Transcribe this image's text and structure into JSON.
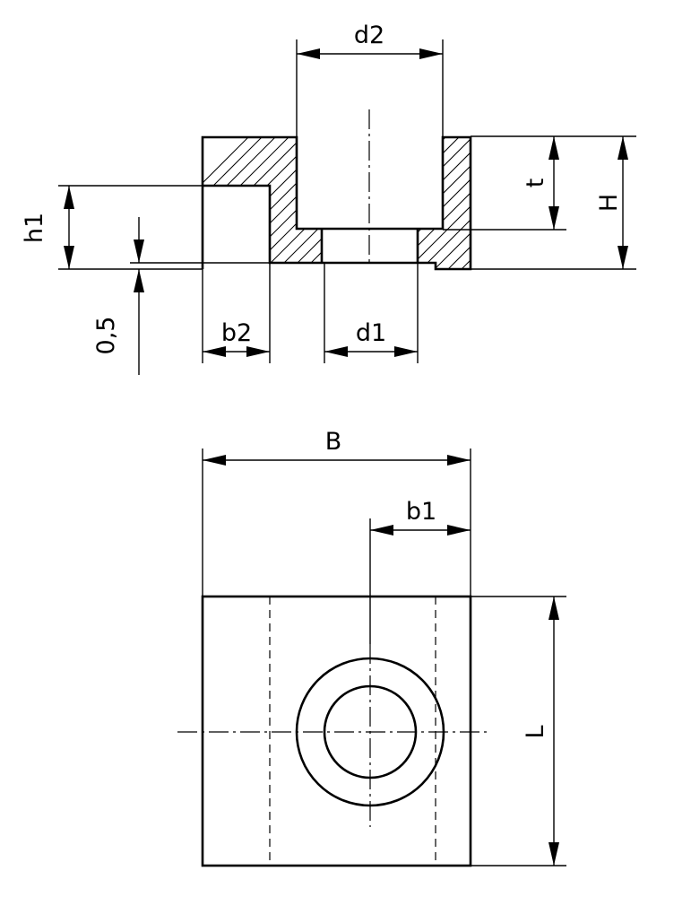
{
  "labels": {
    "d2": "d2",
    "t": "t",
    "H": "H",
    "h1": "h1",
    "half_mm": "0,5",
    "b2": "b2",
    "d1": "d1",
    "B": "B",
    "b1": "b1",
    "L": "L"
  }
}
